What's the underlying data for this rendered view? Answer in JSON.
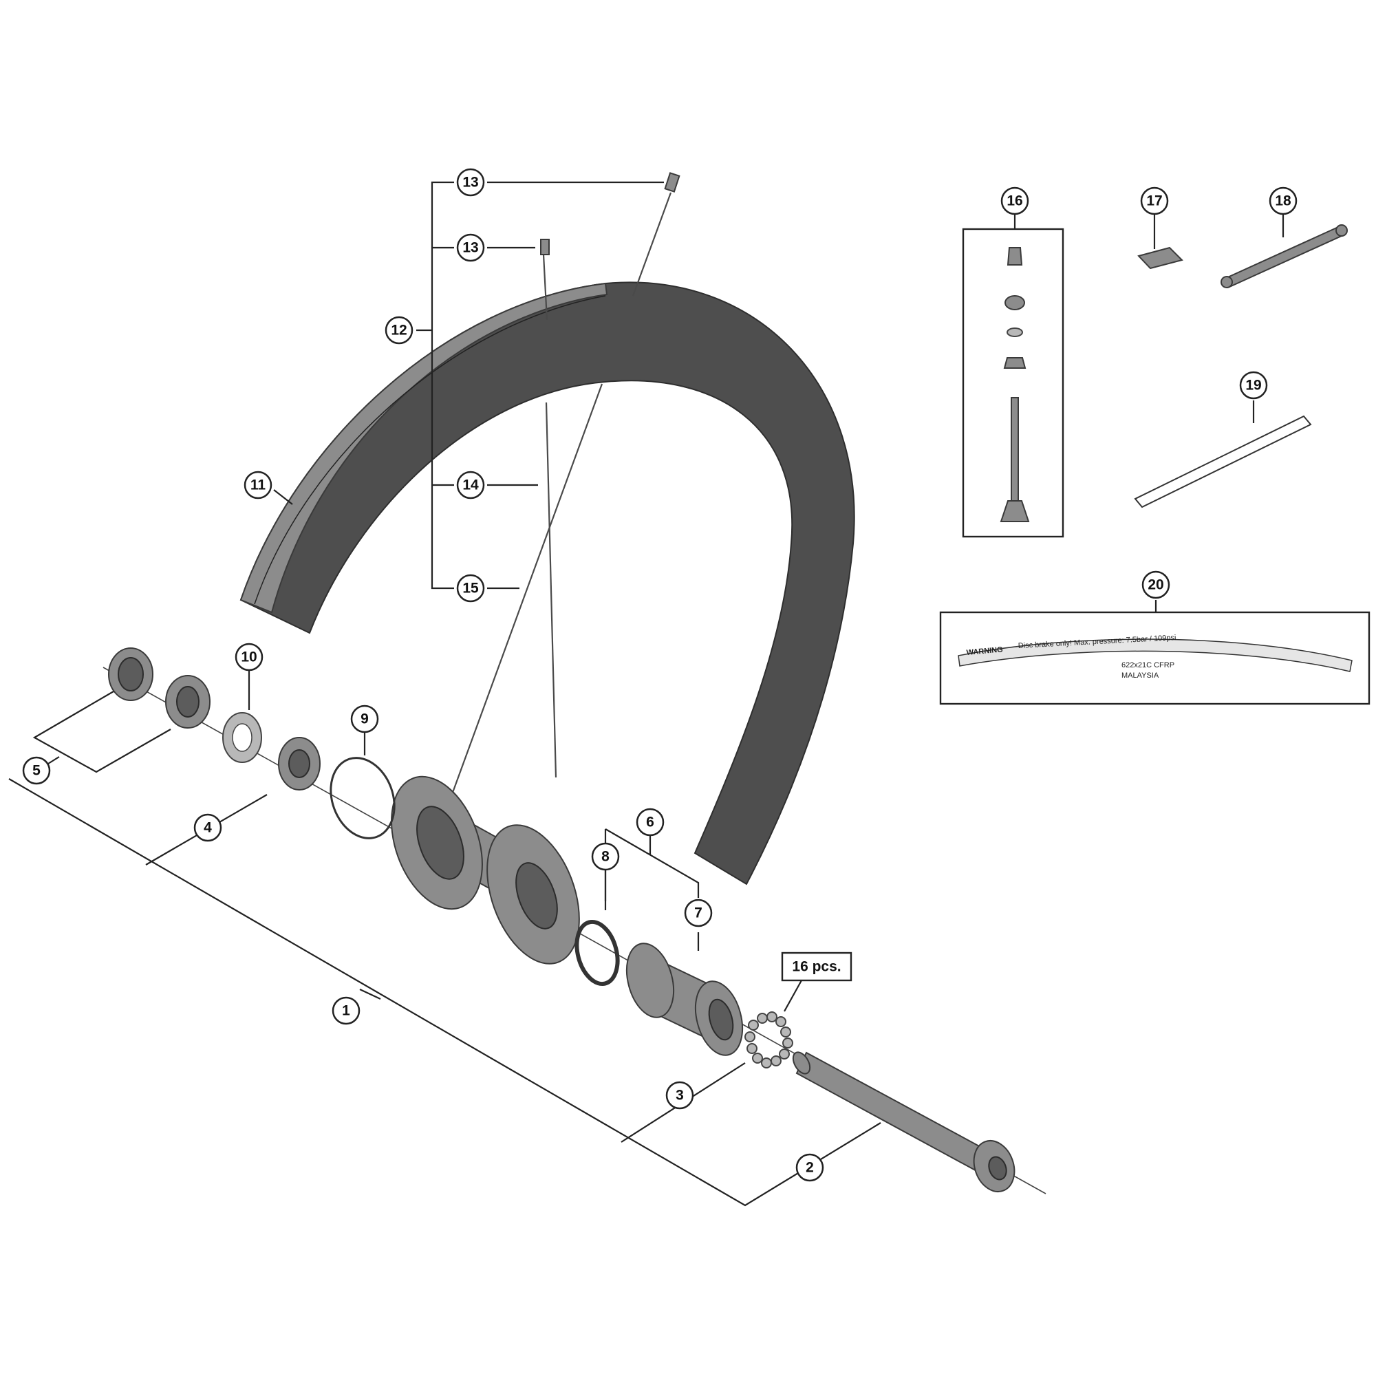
{
  "callouts": [
    {
      "id": "callout-1",
      "number": "1"
    },
    {
      "id": "callout-2",
      "number": "2"
    },
    {
      "id": "callout-3",
      "number": "3"
    },
    {
      "id": "callout-4",
      "number": "4"
    },
    {
      "id": "callout-5",
      "number": "5"
    },
    {
      "id": "callout-6",
      "number": "6"
    },
    {
      "id": "callout-7",
      "number": "7"
    },
    {
      "id": "callout-8",
      "number": "8"
    },
    {
      "id": "callout-9",
      "number": "9"
    },
    {
      "id": "callout-10",
      "number": "10"
    },
    {
      "id": "callout-11",
      "number": "11"
    },
    {
      "id": "callout-12",
      "number": "12"
    },
    {
      "id": "callout-13a",
      "number": "13"
    },
    {
      "id": "callout-13b",
      "number": "13"
    },
    {
      "id": "callout-14",
      "number": "14"
    },
    {
      "id": "callout-15",
      "number": "15"
    },
    {
      "id": "callout-16",
      "number": "16"
    },
    {
      "id": "callout-17",
      "number": "17"
    },
    {
      "id": "callout-18",
      "number": "18"
    },
    {
      "id": "callout-19",
      "number": "19"
    },
    {
      "id": "callout-20",
      "number": "20"
    }
  ],
  "quantity_note": "16 pcs.",
  "rim_decal": {
    "warning": "WARNING",
    "line1": "Disc brake only!  Max. pressure: 7.5bar / 109psi",
    "line2": "622x21C  CFRP",
    "line3": "MALAYSIA"
  }
}
